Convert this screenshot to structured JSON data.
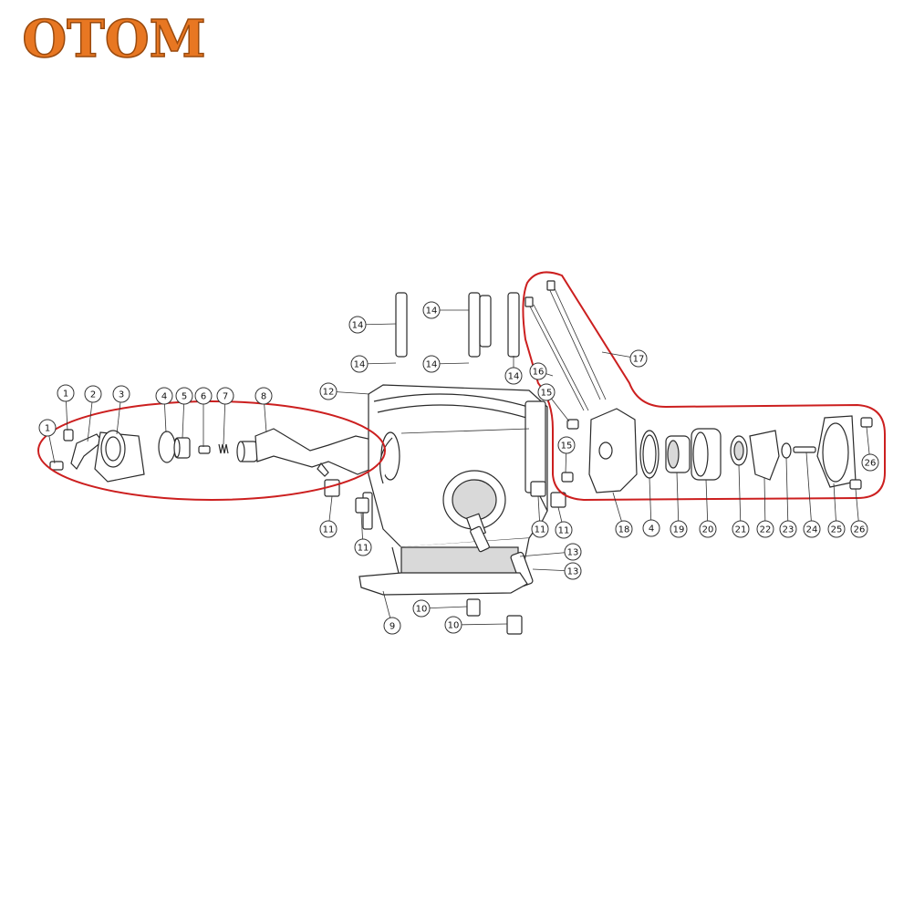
{
  "logo": {
    "text": "OTOM",
    "color": "#e87722"
  },
  "highlight_color": "#cc1f1f",
  "callouts": [
    {
      "label": "1",
      "name": "callout-1-top"
    },
    {
      "label": "1",
      "name": "callout-1-bottom"
    },
    {
      "label": "2",
      "name": "callout-2"
    },
    {
      "label": "3",
      "name": "callout-3"
    },
    {
      "label": "4",
      "name": "callout-4-left"
    },
    {
      "label": "5",
      "name": "callout-5"
    },
    {
      "label": "6",
      "name": "callout-6"
    },
    {
      "label": "7",
      "name": "callout-7"
    },
    {
      "label": "8",
      "name": "callout-8"
    },
    {
      "label": "9",
      "name": "callout-9"
    },
    {
      "label": "10",
      "name": "callout-10-a"
    },
    {
      "label": "10",
      "name": "callout-10-b"
    },
    {
      "label": "11",
      "name": "callout-11-a"
    },
    {
      "label": "11",
      "name": "callout-11-b"
    },
    {
      "label": "11",
      "name": "callout-11-c"
    },
    {
      "label": "11",
      "name": "callout-11-d"
    },
    {
      "label": "12",
      "name": "callout-12"
    },
    {
      "label": "13",
      "name": "callout-13-a"
    },
    {
      "label": "13",
      "name": "callout-13-b"
    },
    {
      "label": "14",
      "name": "callout-14-a"
    },
    {
      "label": "14",
      "name": "callout-14-b"
    },
    {
      "label": "14",
      "name": "callout-14-c"
    },
    {
      "label": "14",
      "name": "callout-14-d"
    },
    {
      "label": "14",
      "name": "callout-14-e"
    },
    {
      "label": "15",
      "name": "callout-15-a"
    },
    {
      "label": "15",
      "name": "callout-15-b"
    },
    {
      "label": "16",
      "name": "callout-16"
    },
    {
      "label": "17",
      "name": "callout-17"
    },
    {
      "label": "18",
      "name": "callout-18"
    },
    {
      "label": "4",
      "name": "callout-4-right"
    },
    {
      "label": "19",
      "name": "callout-19"
    },
    {
      "label": "20",
      "name": "callout-20"
    },
    {
      "label": "21",
      "name": "callout-21"
    },
    {
      "label": "22",
      "name": "callout-22"
    },
    {
      "label": "23",
      "name": "callout-23"
    },
    {
      "label": "24",
      "name": "callout-24"
    },
    {
      "label": "25",
      "name": "callout-25"
    },
    {
      "label": "26",
      "name": "callout-26-a"
    },
    {
      "label": "26",
      "name": "callout-26-b"
    }
  ]
}
